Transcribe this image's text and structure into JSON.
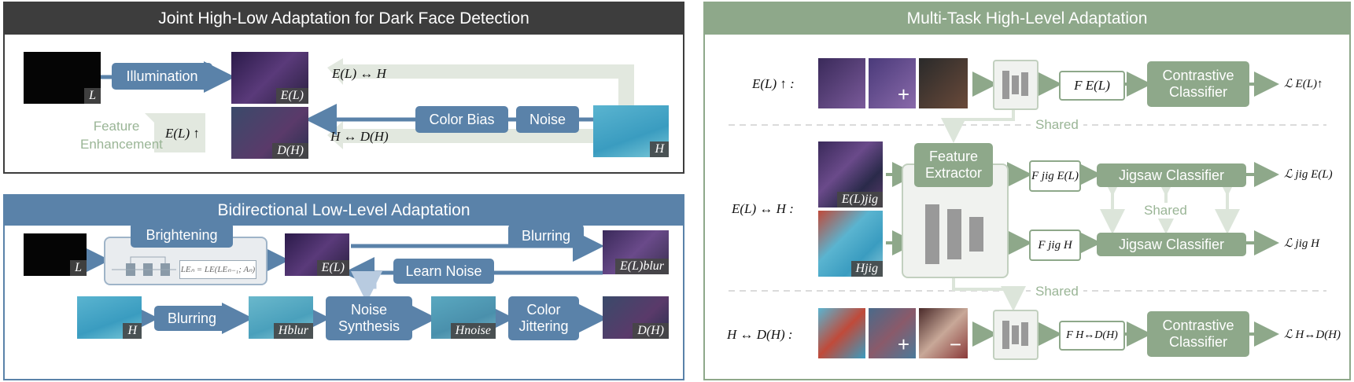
{
  "joint": {
    "title": "Joint High-Low Adaptation for Dark Face Detection",
    "illumination": "Illumination",
    "color_bias": "Color Bias",
    "noise": "Noise",
    "feature_enh_1": "Feature",
    "feature_enh_2": "Enhancement",
    "el_up": "E(L) ↑",
    "el_h": "E(L) ↔ H",
    "h_dh": "H ↔ D(H)",
    "img_L": "L",
    "img_EL": "E(L)",
    "img_DH": "D(H)",
    "img_H": "H"
  },
  "bidir": {
    "title": "Bidirectional Low-Level Adaptation",
    "brightening": "Brightening",
    "le_formula": "LEₙ = LE(LEₙ₋₁; Aₙ)",
    "blurring_top": "Blurring",
    "learn_noise": "Learn Noise",
    "blurring_bottom": "Blurring",
    "noise_synth_1": "Noise",
    "noise_synth_2": "Synthesis",
    "color_jit_1": "Color",
    "color_jit_2": "Jittering",
    "img_L": "L",
    "img_EL": "E(L)",
    "img_ELblur": "E(L)blur",
    "img_H": "H",
    "img_Hblur": "Hblur",
    "img_Hnoise": "Hnoise",
    "img_DH": "D(H)"
  },
  "multi": {
    "title": "Multi-Task High-Level Adaptation",
    "row1_label": "E(L) ↑ :",
    "row2_label": "E(L) ↔ H :",
    "row3_label": "H ↔ D(H) :",
    "shared_top": "Shared",
    "shared_mid": "Shared",
    "shared_bottom": "Shared",
    "feature_extractor_1": "Feature",
    "feature_extractor_2": "Extractor",
    "f_el": "F E(L)",
    "f_jig_el": "F jig E(L)",
    "f_jig_h": "F jig H",
    "f_hdh": "F H↔D(H)",
    "contrastive_1a": "Contrastive",
    "contrastive_1b": "Classifier",
    "contrastive_2a": "Contrastive",
    "contrastive_2b": "Classifier",
    "jigsaw_1": "Jigsaw Classifier",
    "jigsaw_2": "Jigsaw Classifier",
    "loss_1": "ℒ E(L)↑",
    "loss_2": "ℒ jig E(L)",
    "loss_3": "ℒ jig H",
    "loss_4": "ℒ H↔D(H)",
    "img_ELjig": "E(L)jig",
    "img_Hjig": "Hjig",
    "plus": "+",
    "minus": "−"
  },
  "colors": {
    "dark_header": "#3d3d3d",
    "blue_header": "#5a82a9",
    "green_header": "#8ea88a",
    "blue_box": "#5a82a9",
    "green_box": "#8ea88a",
    "light_arrow": "#e2e8df"
  }
}
